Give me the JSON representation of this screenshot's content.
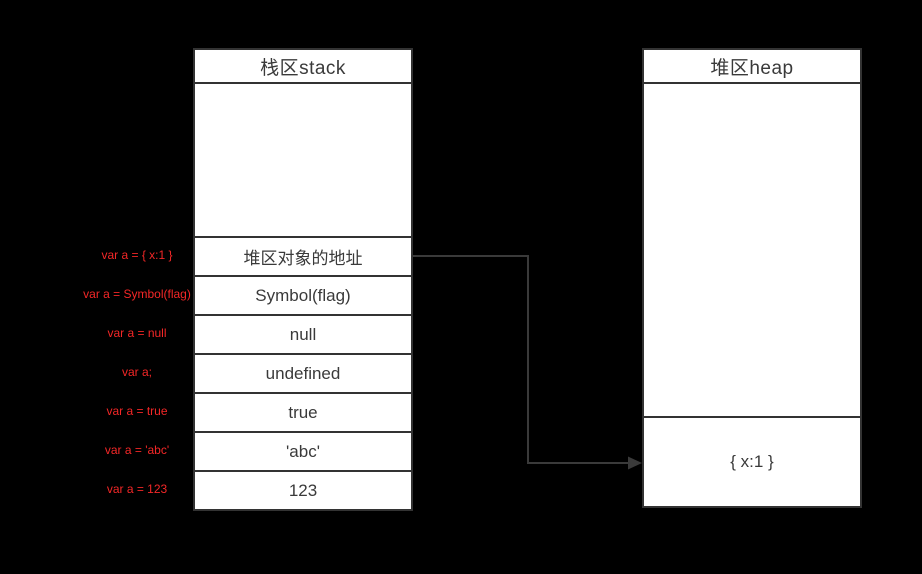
{
  "stack": {
    "title": "栈区stack",
    "rows": [
      {
        "label": "var a = { x:1 }",
        "value": "堆区对象的地址"
      },
      {
        "label": "var a = Symbol(flag)",
        "value": "Symbol(flag)"
      },
      {
        "label": "var a = null",
        "value": "null"
      },
      {
        "label": "var a;",
        "value": "undefined"
      },
      {
        "label": "var a = true",
        "value": "true"
      },
      {
        "label": "var a = 'abc'",
        "value": "'abc'"
      },
      {
        "label": "var a = 123",
        "value": "123"
      }
    ]
  },
  "heap": {
    "title": "堆区heap",
    "object_value": "{ x:1 }"
  },
  "colors": {
    "background": "#000000",
    "box_fill": "#ffffff",
    "box_border": "#333333",
    "value_text": "#3a3a3a",
    "label_red": "#f42727",
    "arrow": "#3a3a3a"
  }
}
